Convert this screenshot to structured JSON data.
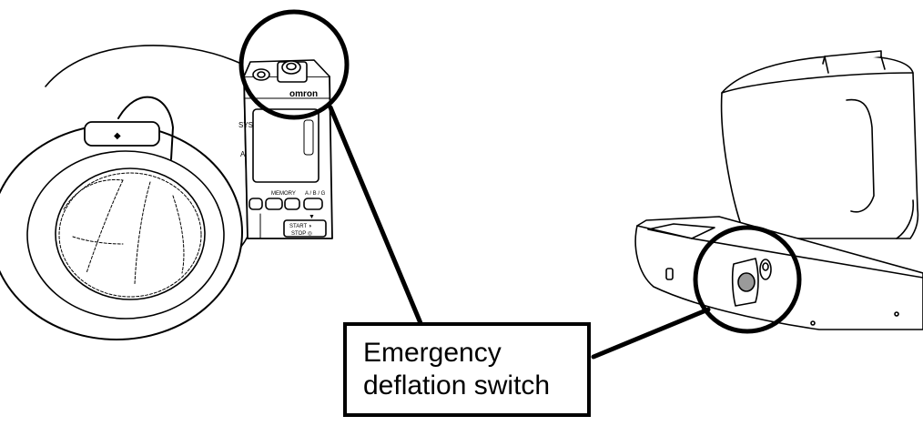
{
  "callout": {
    "line1": "Emergency",
    "line2": "deflation switch"
  },
  "device": {
    "brand": "omron",
    "sys_label": "SYS",
    "memory_label": "MEMORY",
    "user_label": "A / B / G",
    "start_label": "START ◑",
    "stop_label": "STOP ◎"
  },
  "colors": {
    "ink": "#000000",
    "switch_fill": "#9a9a9a"
  }
}
